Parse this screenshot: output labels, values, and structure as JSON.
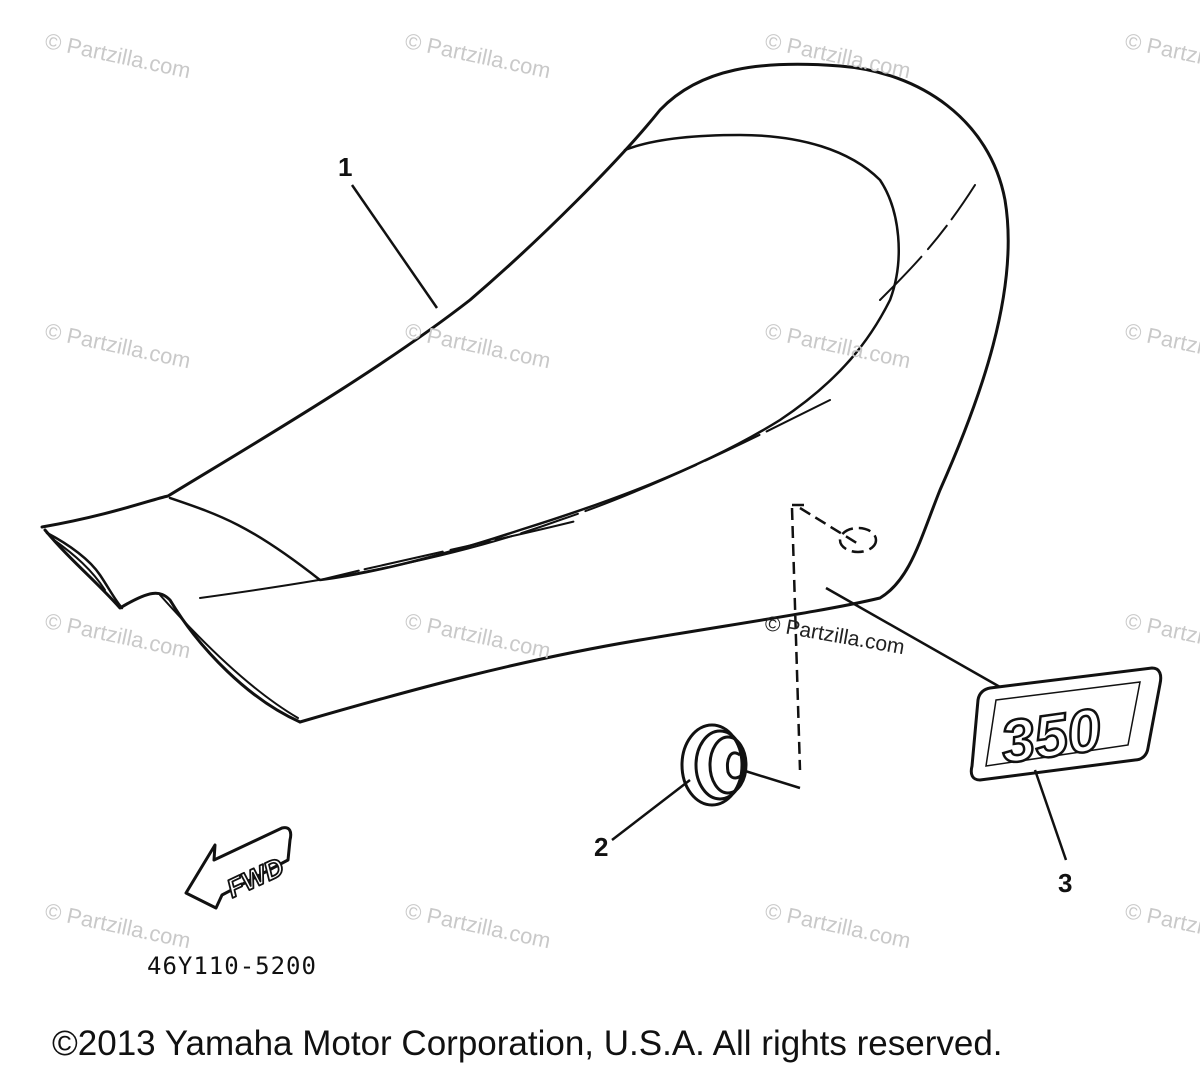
{
  "diagram": {
    "callouts": [
      {
        "id": "1",
        "label": "1",
        "part": "seat"
      },
      {
        "id": "2",
        "label": "2",
        "part": "damper"
      },
      {
        "id": "3",
        "label": "3",
        "part": "emblem"
      }
    ],
    "emblem_text": "350",
    "fwd_arrow_text": "FWD",
    "part_number": "46Y110-5200",
    "copyright": "©2013 Yamaha Motor Corporation, U.S.A. All rights reserved.",
    "watermark": "© Partzilla.com",
    "inline_watermark": "© Partzilla.com"
  },
  "colors": {
    "line": "#111111",
    "watermark": "#c9c9c9",
    "background": "#ffffff"
  }
}
